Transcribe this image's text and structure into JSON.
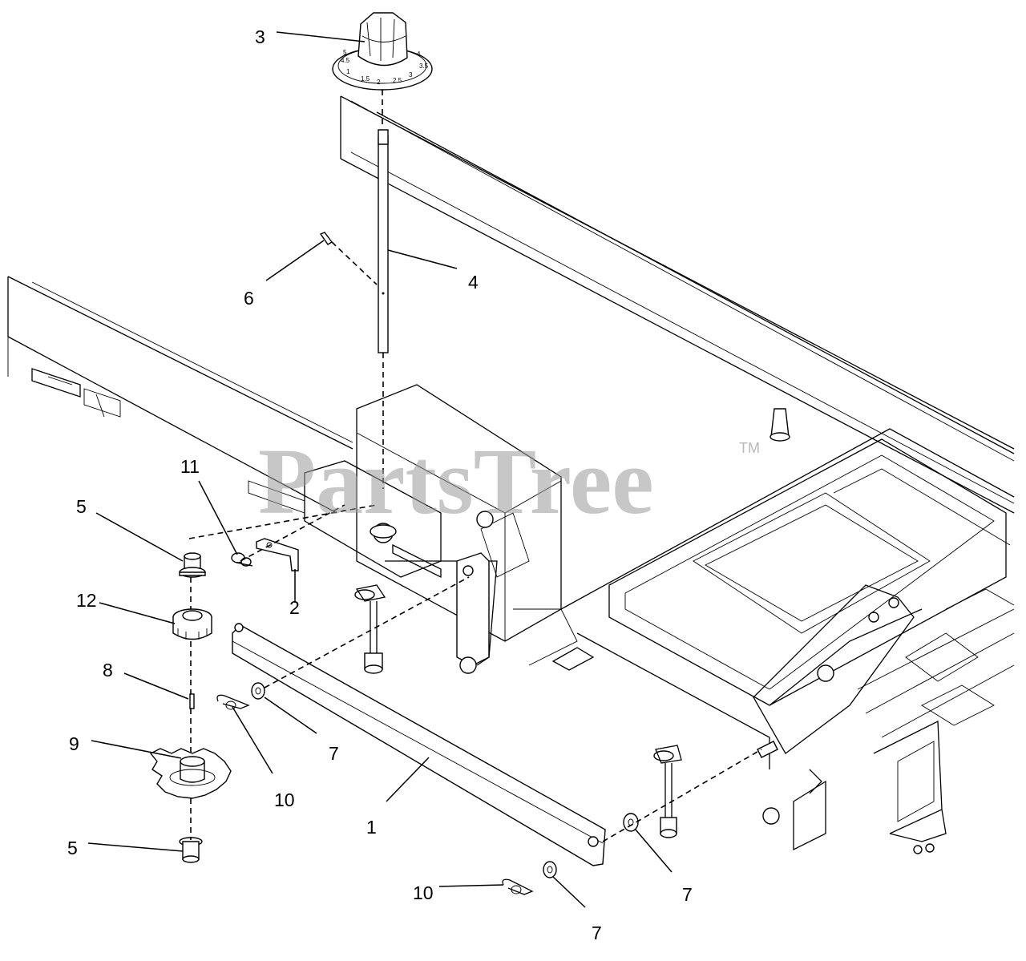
{
  "watermark": {
    "text": "PartsTree",
    "trademark": "TM"
  },
  "callouts": [
    {
      "id": "c3",
      "label": "3"
    },
    {
      "id": "c4",
      "label": "4"
    },
    {
      "id": "c6",
      "label": "6"
    },
    {
      "id": "c11",
      "label": "11"
    },
    {
      "id": "c5a",
      "label": "5"
    },
    {
      "id": "c2",
      "label": "2"
    },
    {
      "id": "c12",
      "label": "12"
    },
    {
      "id": "c8",
      "label": "8"
    },
    {
      "id": "c7a",
      "label": "7"
    },
    {
      "id": "c9",
      "label": "9"
    },
    {
      "id": "c10a",
      "label": "10"
    },
    {
      "id": "c1",
      "label": "1"
    },
    {
      "id": "c5b",
      "label": "5"
    },
    {
      "id": "c7b",
      "label": "7"
    },
    {
      "id": "c10b",
      "label": "10"
    },
    {
      "id": "c7c",
      "label": "7"
    }
  ],
  "dial_marks": [
    "1",
    "1.5",
    "2",
    "2.5",
    "3",
    "3.5",
    "4",
    "4.5",
    "5"
  ]
}
